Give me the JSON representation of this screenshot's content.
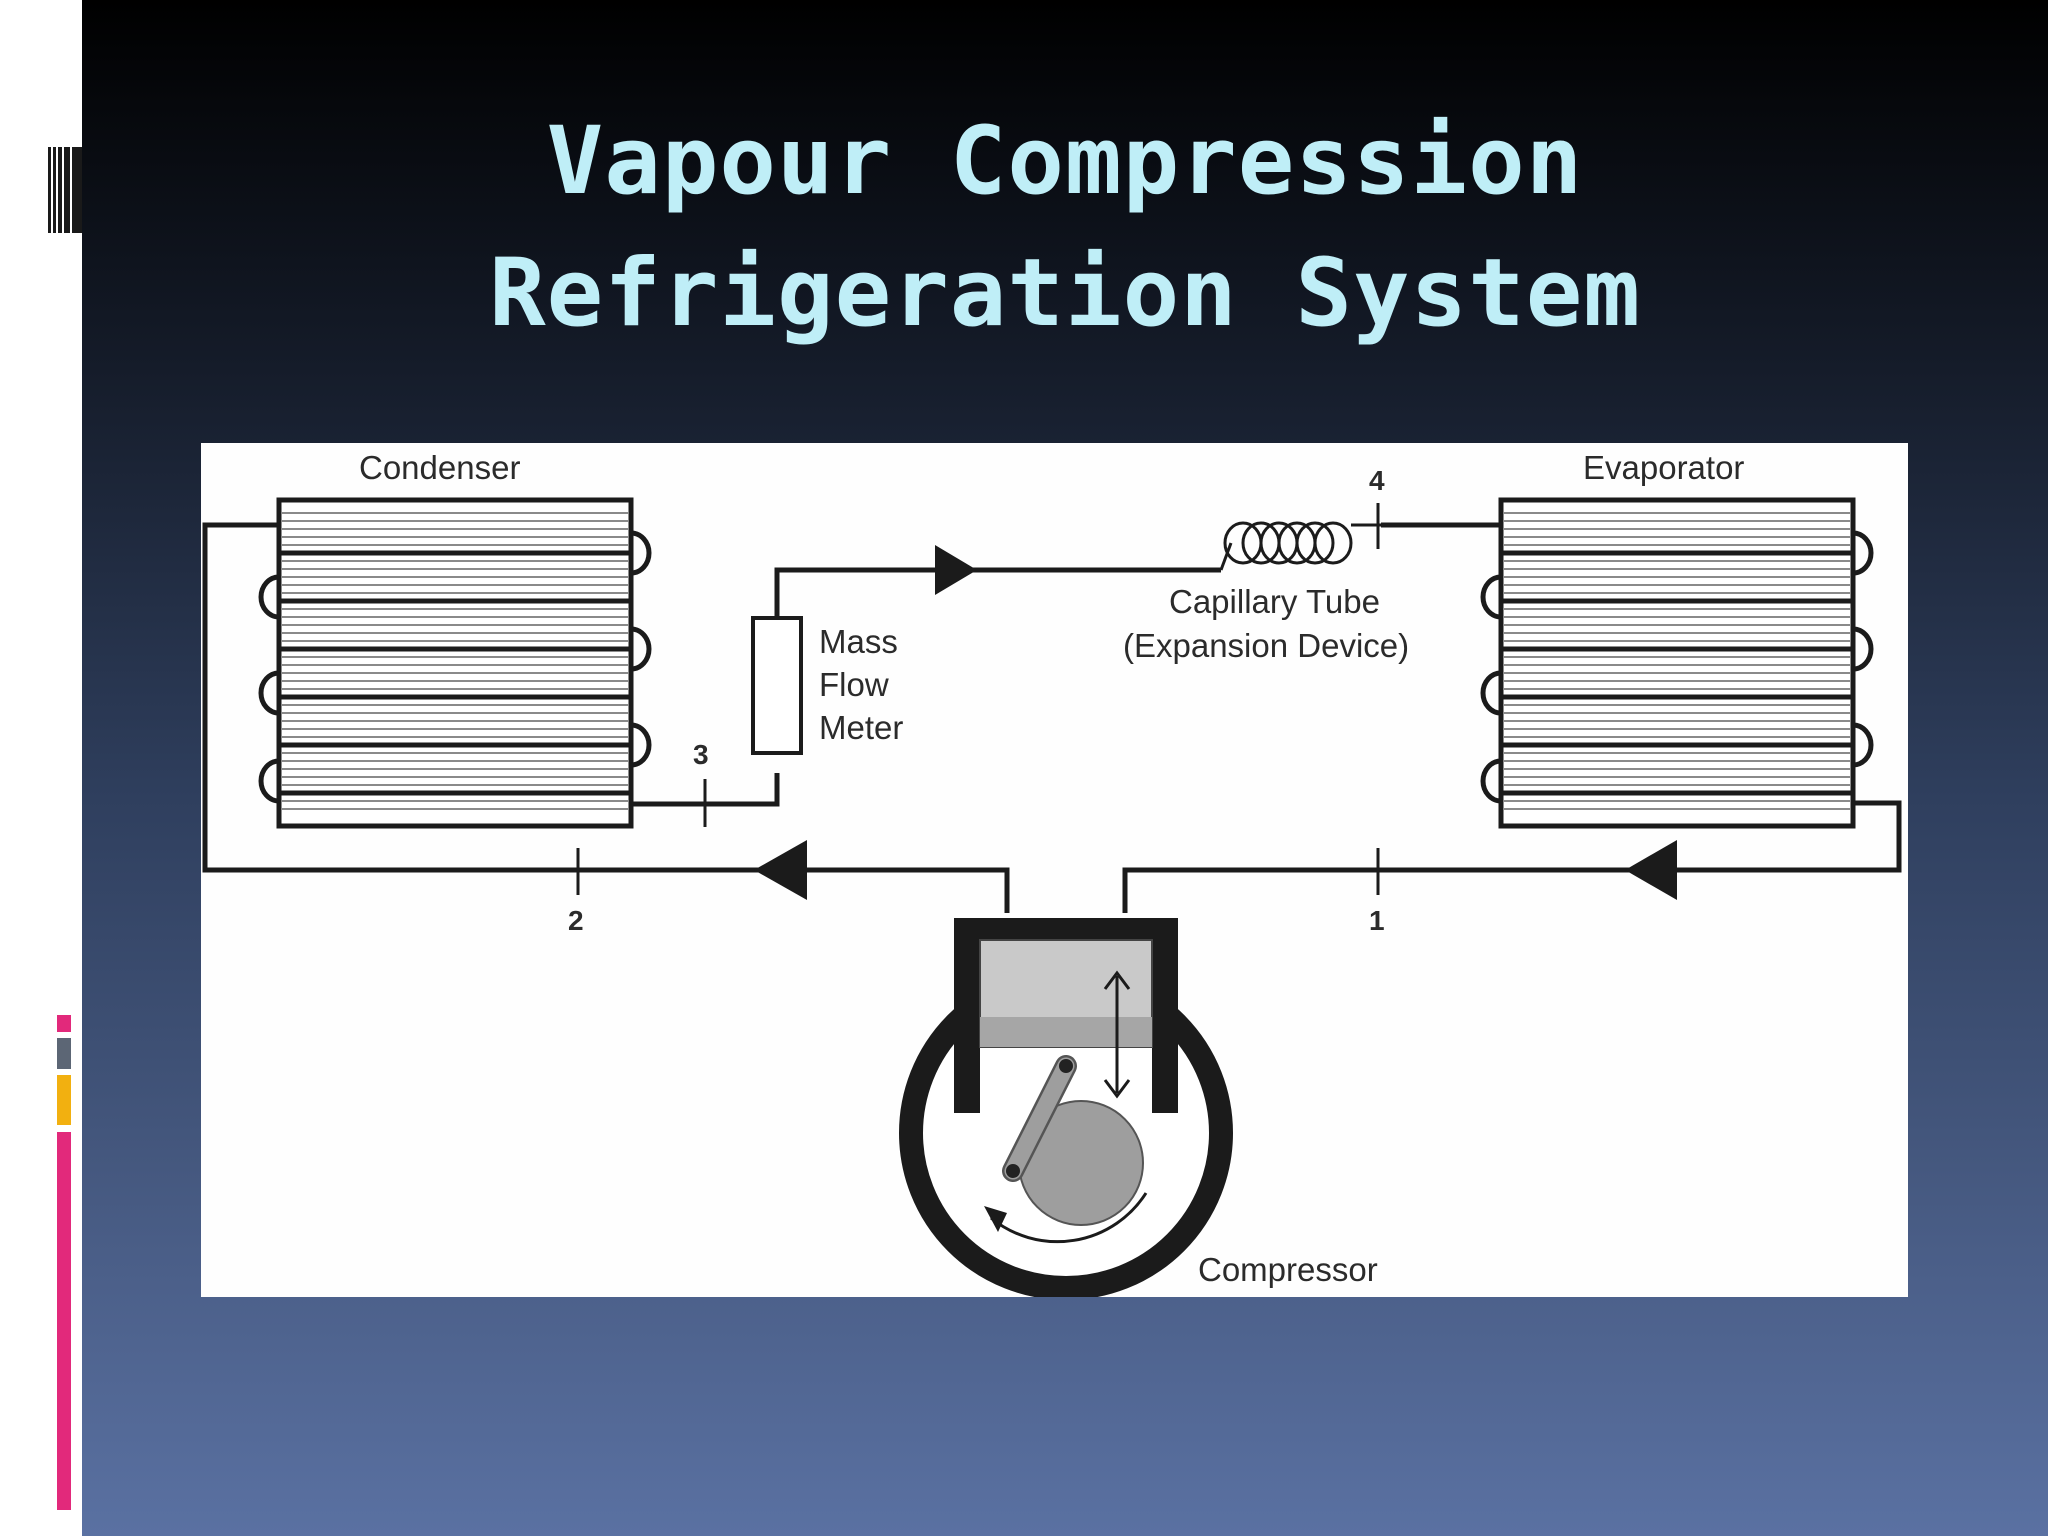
{
  "slide": {
    "title_line1": "Vapour Compression",
    "title_line2": "Refrigeration System"
  },
  "diagram": {
    "condenser_label": "Condenser",
    "evaporator_label": "Evaporator",
    "mass_flow_meter_lines": [
      "Mass",
      "Flow",
      "Meter"
    ],
    "capillary_tube_label": "Capillary Tube",
    "expansion_device_label": "(Expansion Device)",
    "compressor_label": "Compressor",
    "state_points": [
      "1",
      "2",
      "3",
      "4"
    ]
  },
  "colors": {
    "title": "#bfeef7",
    "accent_magenta": "#e2297b",
    "accent_gray": "#5c6675",
    "accent_orange": "#f2b010"
  }
}
